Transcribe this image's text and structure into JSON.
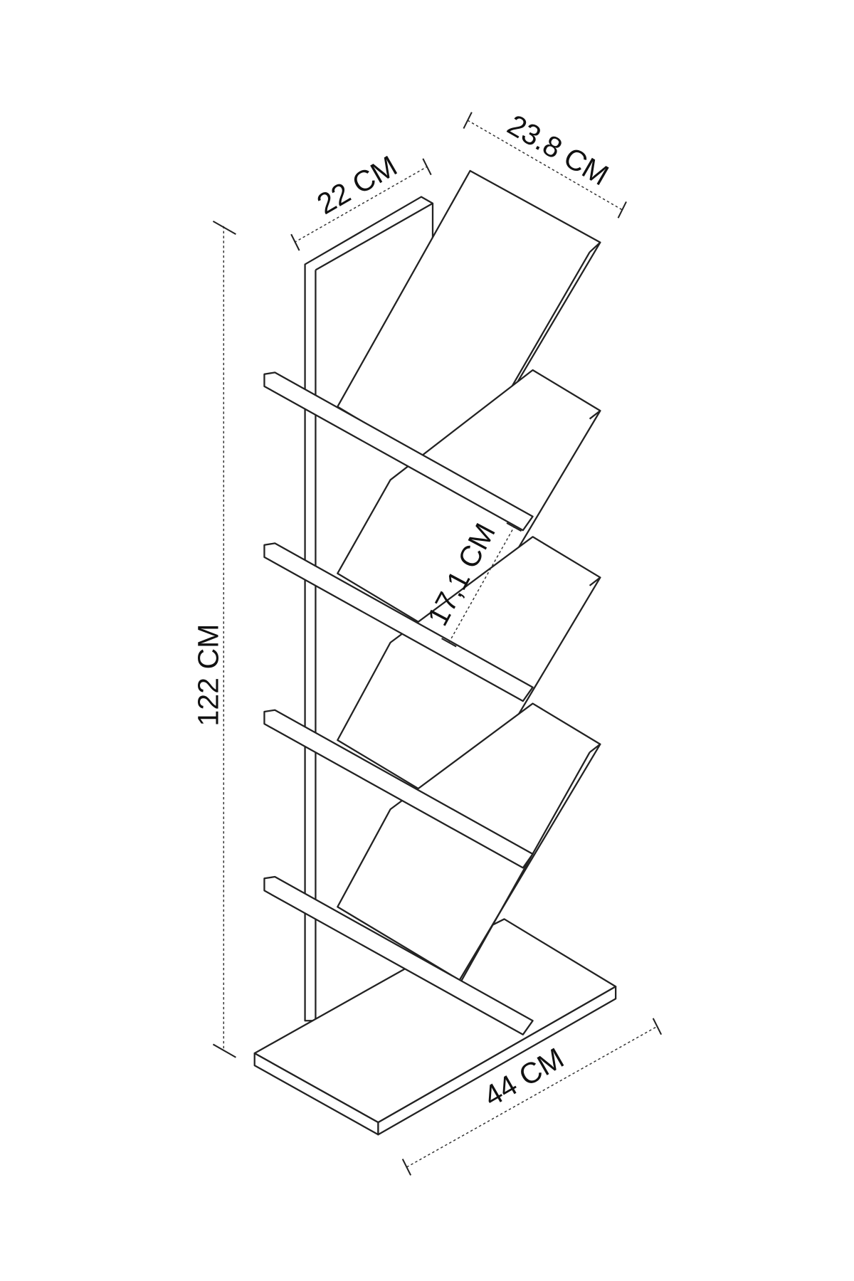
{
  "dimensions": {
    "height": "122 CM",
    "side_depth": "22 CM",
    "panel_depth": "23.8 CM",
    "base_width": "44 CM",
    "shelf_spacing": "17,1 CM"
  }
}
